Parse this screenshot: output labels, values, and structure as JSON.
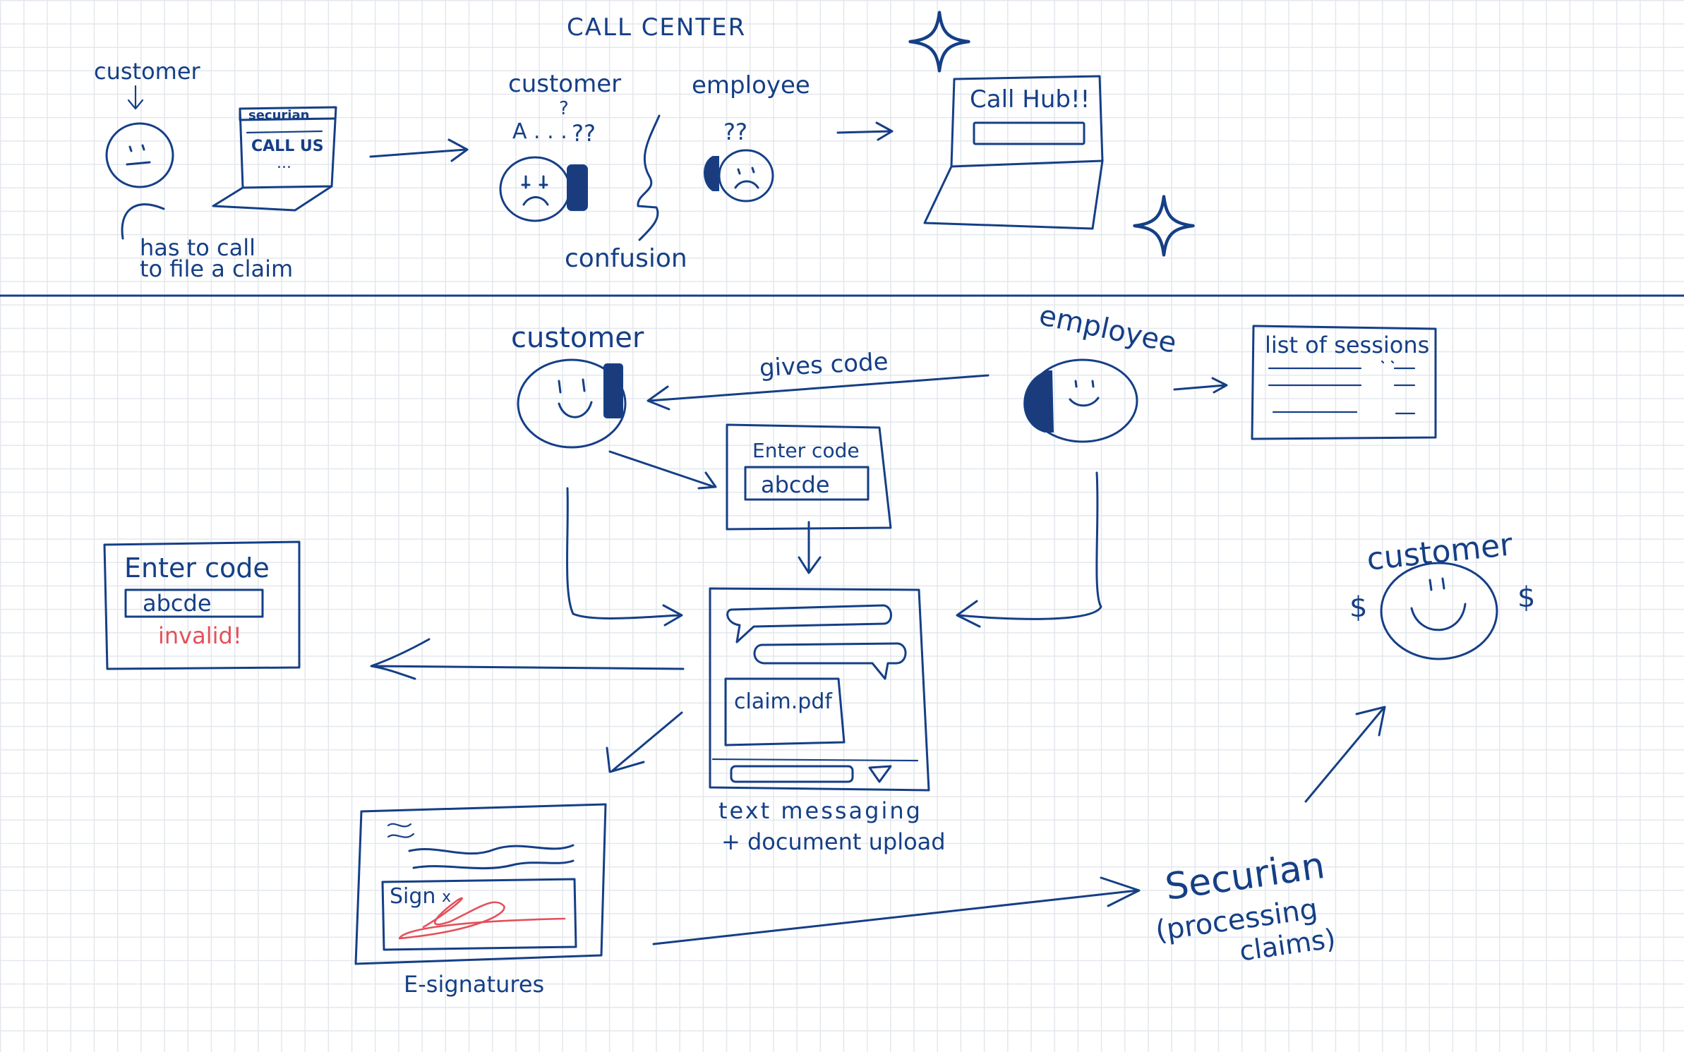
{
  "colors": {
    "ink": "#153f86",
    "warning": "#e4505a",
    "grid": "#e3e7ec",
    "paper": "#ffffff"
  },
  "current_process": {
    "title": "CALL CENTER",
    "customer_label": "customer",
    "laptop_header": "securian",
    "laptop_button": "CALL US",
    "laptop_dots": "...",
    "caption": [
      "has to call",
      "to file a claim"
    ],
    "customer2_label": "customer",
    "employee_label": "employee",
    "customer_thought": "A . . .",
    "customer_question": "?",
    "customer_confusion_marks": "??",
    "employee_confusion_marks": "??",
    "confusion_label": "confusion",
    "call_hub_label": "Call Hub!!",
    "sparkle_icons": [
      "sparkle-icon",
      "sparkle-icon"
    ]
  },
  "new_process": {
    "customer_label": "customer",
    "employee_label": "employee",
    "gives_code_label": "gives code",
    "sessions_title": "list of sessions",
    "enter_code_label": "Enter code",
    "code_value": "abcde",
    "invalid_card": {
      "label": "Enter code",
      "value": "abcde",
      "error": "invalid!"
    },
    "chat_attachment": "claim.pdf",
    "chat_caption": [
      "text messaging",
      "+ document upload"
    ],
    "esign_field_label": "Sign",
    "esign_field_mark": "x",
    "esign_caption": "E-signatures",
    "processor_label": [
      "Securian",
      "(processing",
      "claims)"
    ],
    "happy_customer_label": "customer",
    "currency_symbol": "$"
  }
}
